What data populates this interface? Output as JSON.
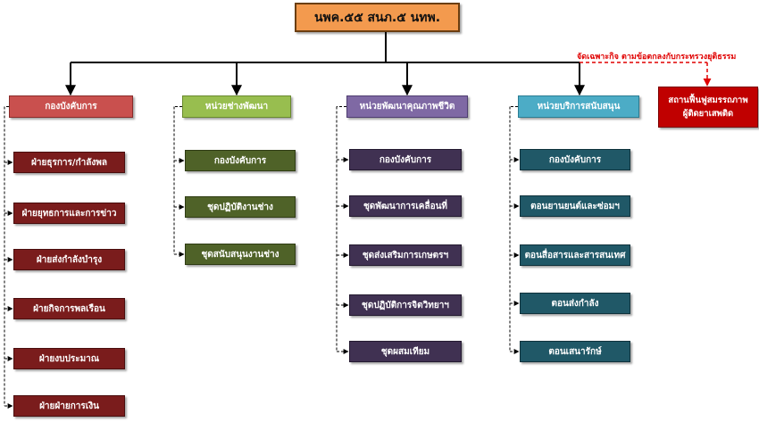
{
  "root": "นพค.๕๕ สนภ.๕ นทพ.",
  "annotation": "จัดเฉพาะกิจ ตามข้อตกลงกับกระทรวงยุติธรรม",
  "special_unit": {
    "line1": "สถานฟื้นฟูสมรรถภาพ",
    "line2": "ผู้ติดยาเสพติด"
  },
  "groups": [
    {
      "head": "กองบังคับการ",
      "children": [
        "ฝ่ายธุรการ/กำลังพล",
        "ฝ่ายยุทธการและการข่าว",
        "ฝ่ายส่งกำลังบำรุง",
        "ฝ่ายกิจการพลเรือน",
        "ฝ่ายงบประมาณ",
        "ฝ่ายฝ่ายการเงิน"
      ]
    },
    {
      "head": "หน่วยช่างพัฒนา",
      "children": [
        "กองบังคับการ",
        "ชุดปฏิบัติงานช่าง",
        "ชุดสนับสนุนงานช่าง"
      ]
    },
    {
      "head": "หน่วยพัฒนาคุณภาพชีวิต",
      "children": [
        "กองบังคับการ",
        "ชุดพัฒนาการเคลื่อนที่",
        "ชุดส่งเสริมการเกษตรฯ",
        "ชุดปฏิบัติการจิตวิทยาฯ",
        "ชุดผสมเทียม"
      ]
    },
    {
      "head": "หน่วยบริการสนับสนุน",
      "children": [
        "กองบังคับการ",
        "ตอนยานยนต์และซ่อมฯ",
        "ตอนสื่อสารและสารสนเทศ",
        "ตอนส่งกำลัง",
        "ตอนเสนารักษ์"
      ]
    }
  ],
  "colors": {
    "root": "#f39a4e",
    "group1_head": "#c9504e",
    "group1_child": "#7a1c1c",
    "group2_head": "#98be4f",
    "group2_child": "#4f6228",
    "group3_head": "#7f69a4",
    "group3_child": "#403152",
    "group4_head": "#4cacc6",
    "group4_child": "#205867",
    "special": "#c00000",
    "annotation": "#e00000"
  }
}
